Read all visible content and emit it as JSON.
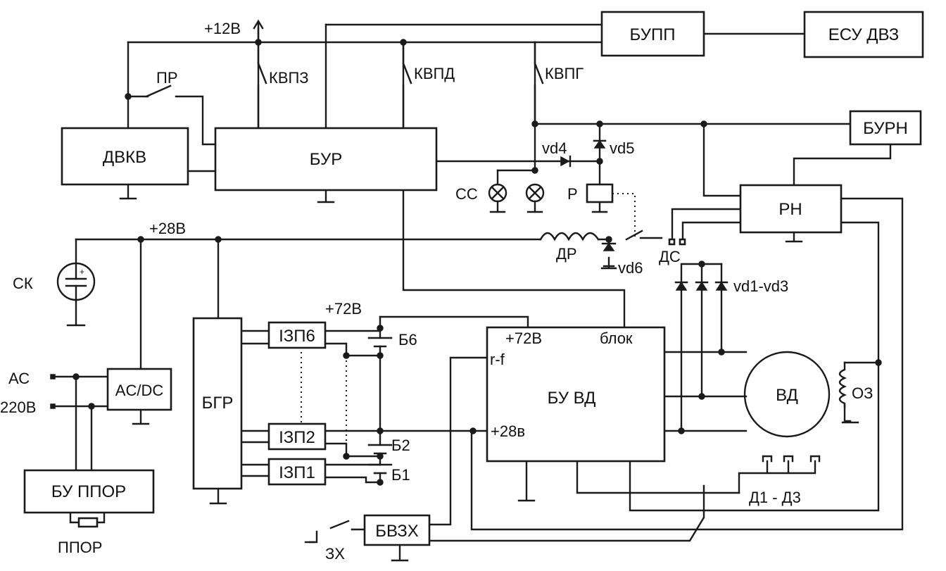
{
  "diagram": {
    "blocks": {
      "bupp": "БУПП",
      "esu": "ЕСУ ДВЗ",
      "dvkv": "ДВКВ",
      "bur": "БУР",
      "burn": "БУРН",
      "rn": "РН",
      "bgr": "БГР",
      "izp6": "ІЗП6",
      "izp2": "ІЗП2",
      "izp1": "ІЗП1",
      "acdc": "AC/DC",
      "buppor": "БУ ППОР",
      "buvd": "БУ ВД",
      "bvzx": "БВЗХ",
      "vd": "ВД",
      "relay": "Р"
    },
    "labels": {
      "v12": "+12В",
      "v28": "+28В",
      "v72": "+72В",
      "pr": "ПР",
      "kvpz": "КВПЗ",
      "kvpd": "КВПД",
      "kvpg": "КВПГ",
      "vd4": "vd4",
      "vd5": "vd5",
      "vd6": "vd6",
      "vd13": "vd1-vd3",
      "cc": "СС",
      "ck": "СК",
      "dr": "ДР",
      "dc": "ДС",
      "ac": "АС",
      "v220": "220В",
      "ppor": "ППОР",
      "zx": "ЗХ",
      "b6": "Б6",
      "b2": "Б2",
      "b1": "Б1",
      "oz": "ОЗ",
      "d13": "Д1 - Д3",
      "buvd_72": "+72В",
      "buvd_blok": "блок",
      "buvd_rf": "r-f",
      "buvd_28": "+28в"
    }
  }
}
